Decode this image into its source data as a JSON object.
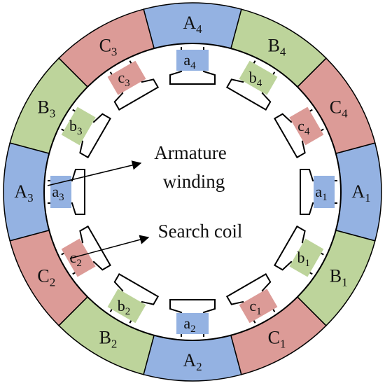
{
  "colors": {
    "phase_a": "#94b2e2",
    "phase_b": "#bdd49b",
    "phase_c": "#dc9b97",
    "outline": "#000000",
    "background": "#ffffff"
  },
  "outer_ring": [
    {
      "letter": "A",
      "sub": "1",
      "phase": "a"
    },
    {
      "letter": "C",
      "sub": "4",
      "phase": "c"
    },
    {
      "letter": "B",
      "sub": "4",
      "phase": "b"
    },
    {
      "letter": "A",
      "sub": "4",
      "phase": "a"
    },
    {
      "letter": "C",
      "sub": "3",
      "phase": "c"
    },
    {
      "letter": "B",
      "sub": "3",
      "phase": "b"
    },
    {
      "letter": "A",
      "sub": "3",
      "phase": "a"
    },
    {
      "letter": "C",
      "sub": "2",
      "phase": "c"
    },
    {
      "letter": "B",
      "sub": "2",
      "phase": "b"
    },
    {
      "letter": "A",
      "sub": "2",
      "phase": "a"
    },
    {
      "letter": "C",
      "sub": "1",
      "phase": "c"
    },
    {
      "letter": "B",
      "sub": "1",
      "phase": "b"
    }
  ],
  "inner_coils": [
    {
      "letter": "a",
      "sub": "1",
      "phase": "a"
    },
    {
      "letter": "c",
      "sub": "4",
      "phase": "c"
    },
    {
      "letter": "b",
      "sub": "4",
      "phase": "b"
    },
    {
      "letter": "a",
      "sub": "4",
      "phase": "a"
    },
    {
      "letter": "c",
      "sub": "3",
      "phase": "c"
    },
    {
      "letter": "b",
      "sub": "3",
      "phase": "b"
    },
    {
      "letter": "a",
      "sub": "3",
      "phase": "a"
    },
    {
      "letter": "c",
      "sub": "2",
      "phase": "c"
    },
    {
      "letter": "b",
      "sub": "2",
      "phase": "b"
    },
    {
      "letter": "a",
      "sub": "2",
      "phase": "a"
    },
    {
      "letter": "c",
      "sub": "1",
      "phase": "c"
    },
    {
      "letter": "b",
      "sub": "1",
      "phase": "b"
    }
  ],
  "annotations": {
    "armature_line1": "Armature",
    "armature_line2": "winding",
    "search_coil": "Search coil"
  }
}
